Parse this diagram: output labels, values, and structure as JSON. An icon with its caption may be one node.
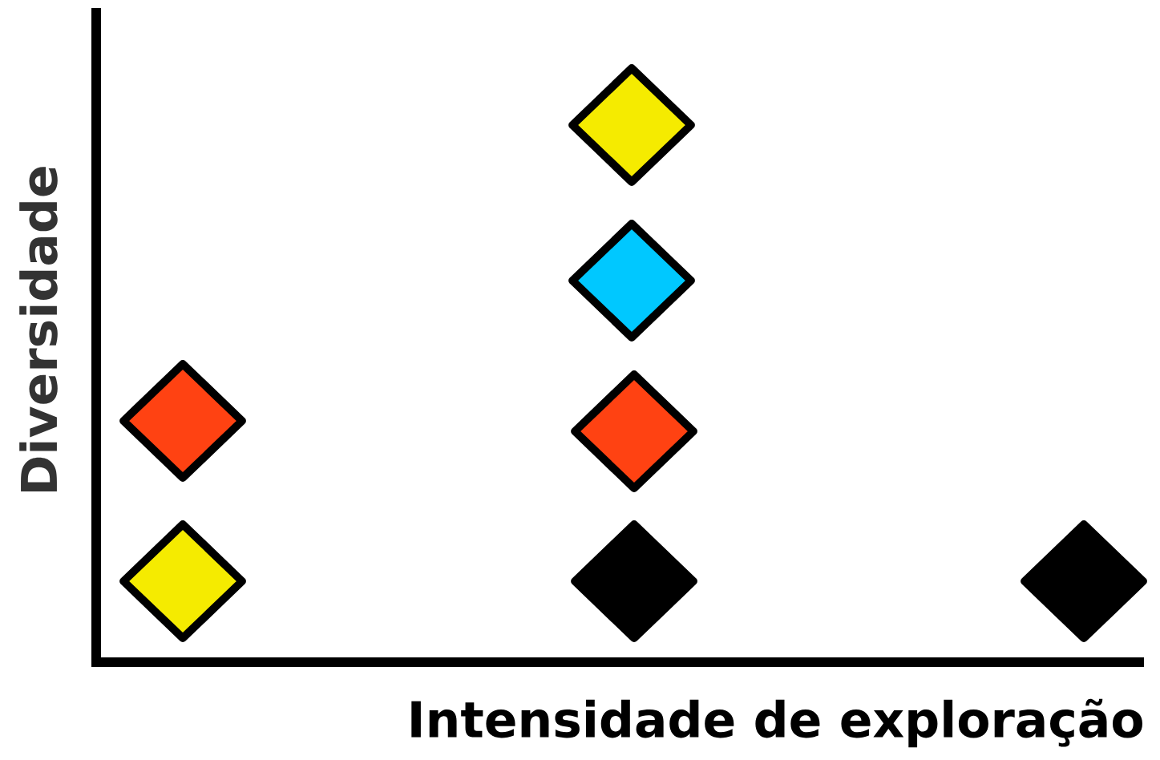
{
  "diagram": {
    "nodes": [
      {
        "text": [],
        "shape": "diamond"
      },
      {
        "text": [],
        "shape": "diamond"
      },
      {
        "text": [],
        "shape": "diamond"
      },
      {
        "text": [],
        "shape": "diamond"
      },
      {
        "text": [],
        "shape": "diamond"
      },
      {
        "text": [],
        "shape": "diamond"
      },
      {
        "text": [],
        "shape": "diamond"
      }
    ],
    "labels": [
      "Diversidade",
      "Intensidade de exploração"
    ]
  }
}
